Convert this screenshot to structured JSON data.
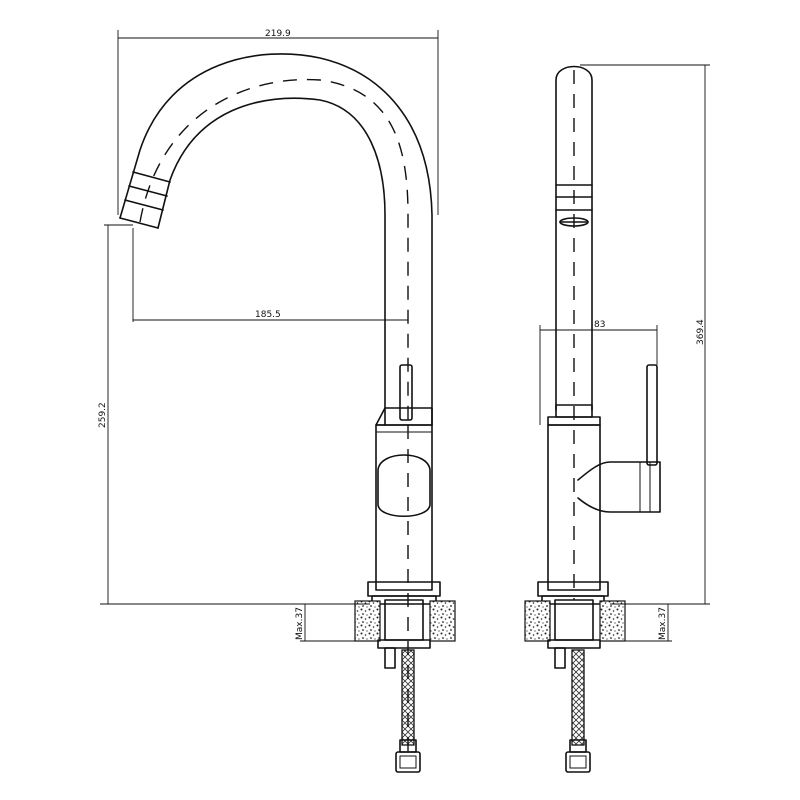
{
  "dimensions": {
    "overall_width": "219.9",
    "spout_reach": "185.5",
    "spout_height": "259.2",
    "overall_height": "369.4",
    "handle_reach": "83",
    "deck_thickness_left": "Max.37",
    "deck_thickness_right": "Max.37"
  }
}
